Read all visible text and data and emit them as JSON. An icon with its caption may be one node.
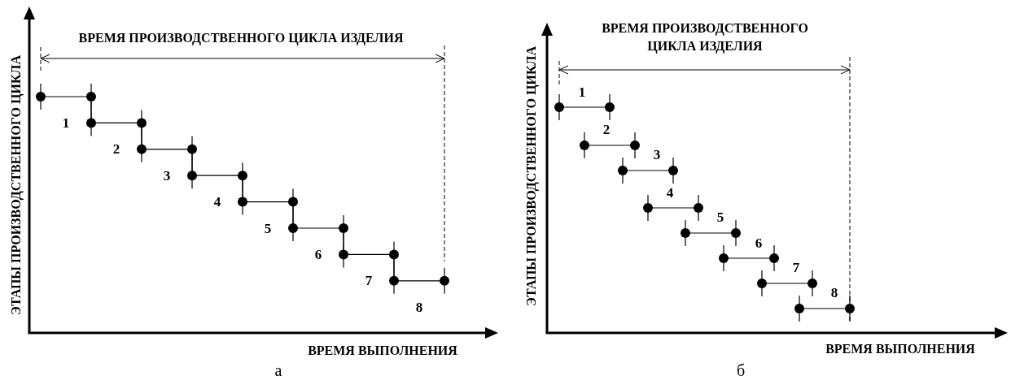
{
  "diagram": {
    "labels": [
      "ВРЕМЯ ПРОИЗВОДСТВЕННОГО ЦИКЛА ИЗДЕЛИЯ",
      "ЭТАПЫ ПРОИЗВОДСТВЕННОГО ЦИКЛА",
      "1",
      "2",
      "3",
      "4",
      "5",
      "6",
      "7",
      "8",
      "ВРЕМЯ ВЫПОЛНЕНИЯ",
      "а",
      "ВРЕМЯ ПРОИЗВОДСТВЕННОГО ЦИКЛА ИЗДЕЛИЯ",
      "ЭТАПЫ ПРОИЗВОДСТВЕННОГО ЦИКЛА",
      "1",
      "2",
      "3",
      "4",
      "5",
      "6",
      "7",
      "8",
      "ВРЕМЯ ВЫПОЛНЕНИЯ",
      "б"
    ]
  }
}
